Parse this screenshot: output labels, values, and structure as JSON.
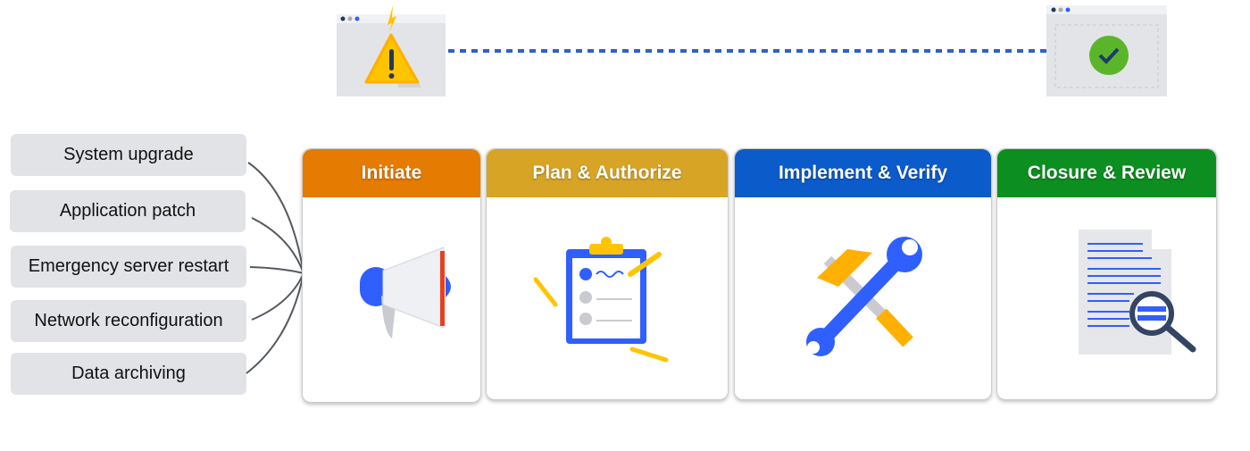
{
  "triggers": [
    "System upgrade",
    "Application patch",
    "Emergency server restart",
    "Network reconfiguration",
    "Data archiving"
  ],
  "stages": [
    {
      "label": "Initiate",
      "color": "#E57B00",
      "icon": "megaphone-icon"
    },
    {
      "label": "Plan & Authorize",
      "color": "#D7A425",
      "icon": "clipboard-icon"
    },
    {
      "label": "Implement & Verify",
      "color": "#0B5BCB",
      "icon": "tools-icon"
    },
    {
      "label": "Closure & Review",
      "color": "#0C8F20",
      "icon": "document-search-icon"
    }
  ],
  "top": {
    "start_icon": "warning-icon",
    "end_icon": "check-icon",
    "connector_color": "#2F5FCF"
  }
}
